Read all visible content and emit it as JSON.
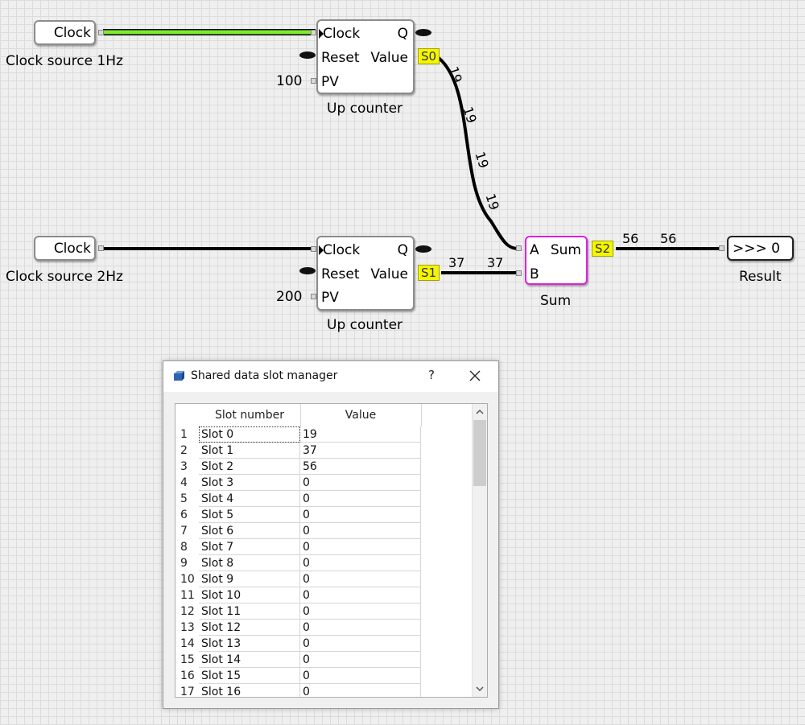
{
  "blocks": {
    "clock1": {
      "label": "Clock",
      "caption": "Clock source 1Hz"
    },
    "clock2": {
      "label": "Clock",
      "caption": "Clock source 2Hz"
    },
    "counter1": {
      "caption": "Up counter",
      "in_clock": "Clock",
      "in_reset": "Reset",
      "in_pv": "PV",
      "out_q": "Q",
      "out_value": "Value",
      "pv_value": "100",
      "slot_tag": "S0"
    },
    "counter2": {
      "caption": "Up counter",
      "in_clock": "Clock",
      "in_reset": "Reset",
      "in_pv": "PV",
      "out_q": "Q",
      "out_value": "Value",
      "pv_value": "200",
      "slot_tag": "S1"
    },
    "sum": {
      "caption": "Sum",
      "in_a": "A",
      "in_b": "B",
      "out_sum": "Sum",
      "slot_tag": "S2"
    },
    "result": {
      "label": ">>> 0",
      "caption": "Result"
    }
  },
  "wires": {
    "s0_labels": [
      "19",
      "19",
      "19",
      "19"
    ],
    "s1_labels": [
      "37",
      "37"
    ],
    "s2_labels": [
      "56",
      "56"
    ],
    "active_color": "#7ee832"
  },
  "dialog": {
    "title": "Shared data slot manager",
    "help": "?",
    "columns": [
      "Slot number",
      "Value"
    ],
    "rows": [
      {
        "n": "1",
        "slot": "Slot 0",
        "value": "19"
      },
      {
        "n": "2",
        "slot": "Slot 1",
        "value": "37"
      },
      {
        "n": "3",
        "slot": "Slot 2",
        "value": "56"
      },
      {
        "n": "4",
        "slot": "Slot 3",
        "value": "0"
      },
      {
        "n": "5",
        "slot": "Slot 4",
        "value": "0"
      },
      {
        "n": "6",
        "slot": "Slot 5",
        "value": "0"
      },
      {
        "n": "7",
        "slot": "Slot 6",
        "value": "0"
      },
      {
        "n": "8",
        "slot": "Slot 7",
        "value": "0"
      },
      {
        "n": "9",
        "slot": "Slot 8",
        "value": "0"
      },
      {
        "n": "10",
        "slot": "Slot 9",
        "value": "0"
      },
      {
        "n": "11",
        "slot": "Slot 10",
        "value": "0"
      },
      {
        "n": "12",
        "slot": "Slot 11",
        "value": "0"
      },
      {
        "n": "13",
        "slot": "Slot 12",
        "value": "0"
      },
      {
        "n": "14",
        "slot": "Slot 13",
        "value": "0"
      },
      {
        "n": "15",
        "slot": "Slot 14",
        "value": "0"
      },
      {
        "n": "16",
        "slot": "Slot 15",
        "value": "0"
      },
      {
        "n": "17",
        "slot": "Slot 16",
        "value": "0"
      }
    ]
  }
}
